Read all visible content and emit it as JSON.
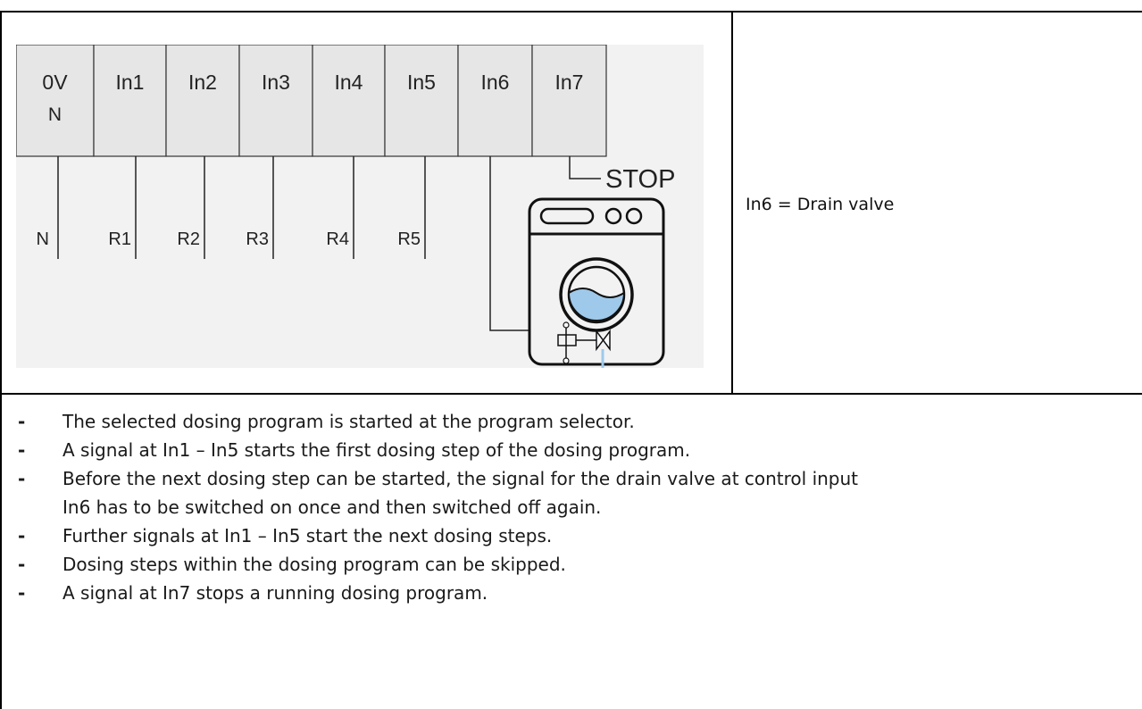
{
  "diagram": {
    "terminals": [
      {
        "top": "0V",
        "bottom": "N"
      },
      {
        "top": "In1",
        "bottom": ""
      },
      {
        "top": "In2",
        "bottom": ""
      },
      {
        "top": "In3",
        "bottom": ""
      },
      {
        "top": "In4",
        "bottom": ""
      },
      {
        "top": "In5",
        "bottom": ""
      },
      {
        "top": "In6",
        "bottom": ""
      },
      {
        "top": "In7",
        "bottom": ""
      }
    ],
    "wire_labels": [
      "N",
      "R1",
      "R2",
      "R3",
      "R4",
      "R5"
    ],
    "stop_label": "STOP",
    "colors": {
      "terminal_fill": "#e6e6e6",
      "background": "#f2f2f2",
      "water": "#9fc9ea"
    }
  },
  "side_note": "In6 = Drain valve",
  "bullets": [
    "The selected dosing program is started at the program selector.",
    "A signal at In1 – In5 starts the first dosing step of the dosing program.",
    "Before the next dosing step can be started, the signal for the drain valve at control input",
    "In6 has to be switched on once and then switched off again.",
    "Further signals at In1 – In5 start the next dosing steps.",
    "Dosing steps within the dosing program can be skipped.",
    "A signal at In7 stops a running dosing program."
  ],
  "bullet_marker": "-"
}
